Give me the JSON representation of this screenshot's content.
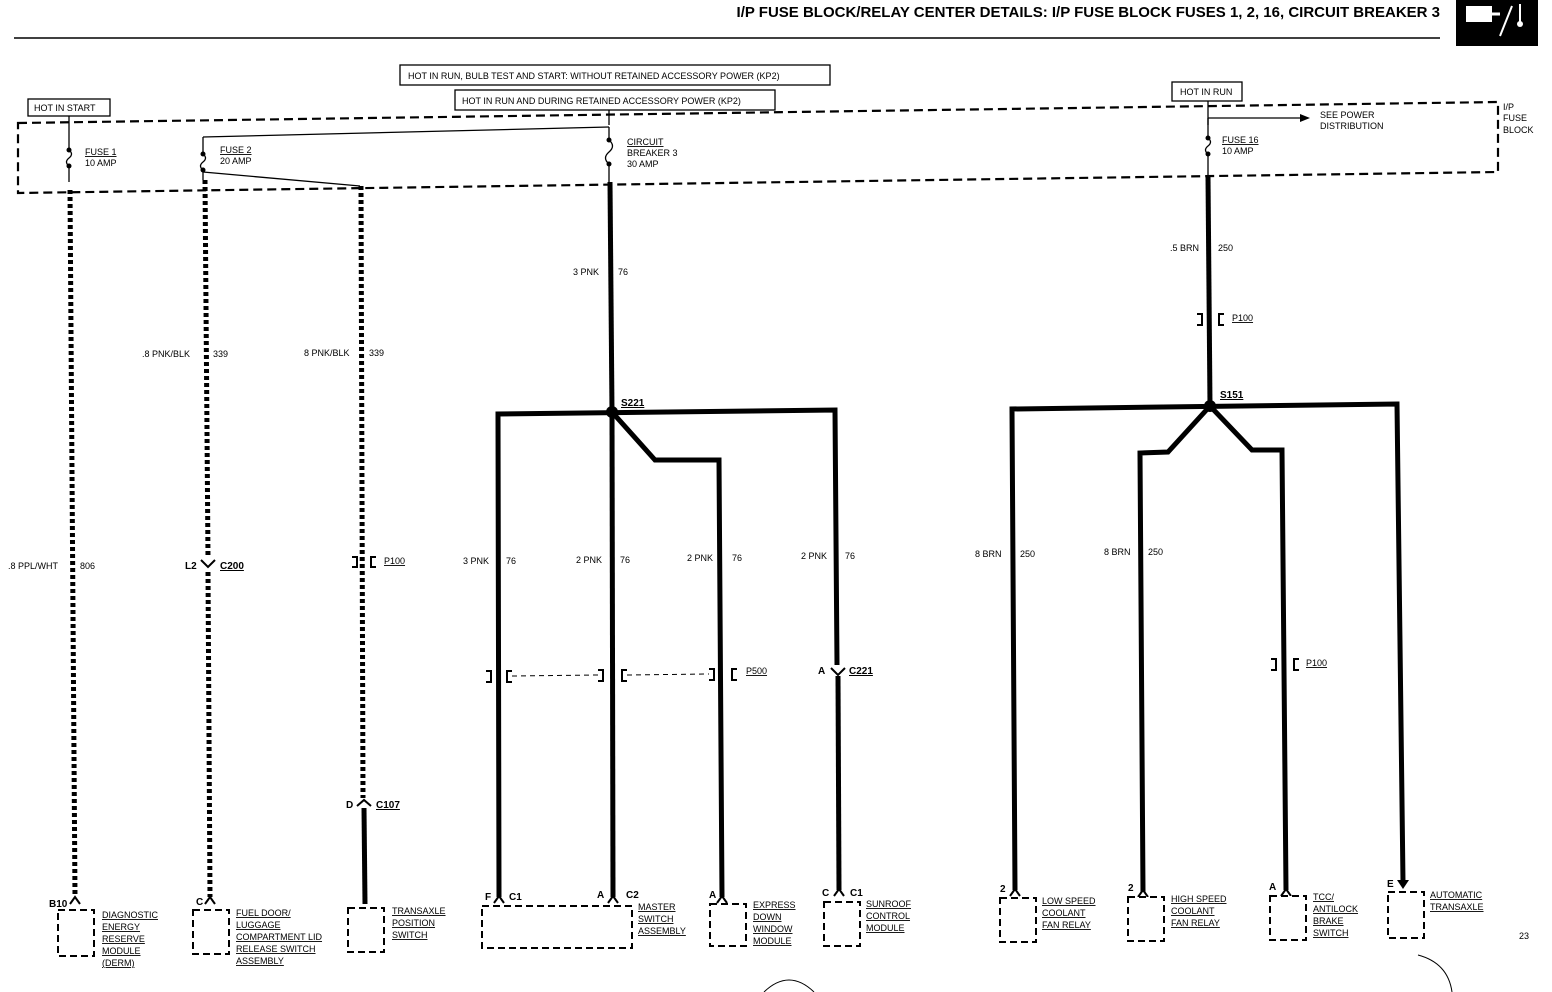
{
  "header": {
    "title": "I/P FUSE BLOCK/RELAY CENTER DETAILS: I/P FUSE BLOCK FUSES 1, 2, 16, CIRCUIT BREAKER 3",
    "page_number": "23"
  },
  "notes": {
    "hot_in_start": "HOT IN START",
    "hot_in_run_bulb": "HOT IN RUN, BULB TEST AND START: WITHOUT RETAINED ACCESSORY POWER (KP2)",
    "hot_in_run_retained": "HOT IN RUN AND DURING RETAINED ACCESSORY POWER (KP2)",
    "hot_in_run": "HOT IN RUN",
    "see_power_1": "SEE POWER",
    "see_power_2": "DISTRIBUTION",
    "ip_1": "I/P",
    "ip_2": "FUSE",
    "ip_3": "BLOCK"
  },
  "fuses": {
    "fuse1_name": "FUSE 1",
    "fuse1_amp": "10 AMP",
    "fuse2_name": "FUSE 2",
    "fuse2_amp": "20 AMP",
    "cb3_name1": "CIRCUIT",
    "cb3_name2": "BREAKER 3",
    "cb3_amp": "30 AMP",
    "fuse16_name": "FUSE 16",
    "fuse16_amp": "10 AMP"
  },
  "wires": {
    "w1_color": ".8 PPL/WHT",
    "w1_num": "806",
    "w2_color": ".8 PNK/BLK",
    "w2_num": "339",
    "w3_color": "8 PNK/BLK",
    "w3_num": "339",
    "w4_color": "3 PNK",
    "w4_num": "76",
    "w5_color": "3 PNK",
    "w5_num": "76",
    "w6_color": "2 PNK",
    "w6_num": "76",
    "w7_color": "2 PNK",
    "w7_num": "76",
    "w8_color": "2 PNK",
    "w8_num": "76",
    "w9_color": ".5 BRN",
    "w9_num": "250",
    "w10_color": "8 BRN",
    "w10_num": "250",
    "w11_color": "8 BRN",
    "w11_num": "250"
  },
  "splices": {
    "s221": "S221",
    "s151": "S151"
  },
  "connectors": {
    "c200_pin": "L2",
    "c200": "C200",
    "p100a": "P100",
    "c107_pin": "D",
    "c107": "C107",
    "p500": "P500",
    "c221_pin": "A",
    "c221": "C221",
    "p100b": "P100",
    "p100c": "P100"
  },
  "terminals": {
    "t1": "B10",
    "t2": "C",
    "t3_pin": "F",
    "t3_conn": "C1",
    "t4_pin": "A",
    "t4_conn": "C2",
    "t5": "A",
    "t6_pin": "C",
    "t6_conn": "C1",
    "t7": "2",
    "t8": "2",
    "t9": "A",
    "t10": "E"
  },
  "components": {
    "derm": [
      "DIAGNOSTIC",
      "ENERGY",
      "RESERVE",
      "MODULE",
      "(DERM)"
    ],
    "fuel_door": [
      "FUEL DOOR/",
      "LUGGAGE",
      "COMPARTMENT LID",
      "RELEASE SWITCH",
      "ASSEMBLY"
    ],
    "transaxle_switch": [
      "TRANSAXLE",
      "POSITION",
      "SWITCH"
    ],
    "master_switch": [
      "MASTER",
      "SWITCH",
      "ASSEMBLY"
    ],
    "express_down": [
      "EXPRESS",
      "DOWN",
      "WINDOW",
      "MODULE"
    ],
    "sunroof": [
      "SUNROOF",
      "CONTROL",
      "MODULE"
    ],
    "low_speed": [
      "LOW SPEED",
      "COOLANT",
      "FAN RELAY"
    ],
    "high_speed": [
      "HIGH SPEED",
      "COOLANT",
      "FAN RELAY"
    ],
    "tcc": [
      "TCC/",
      "ANTILOCK",
      "BRAKE",
      "SWITCH"
    ],
    "auto_transaxle": [
      "AUTOMATIC",
      "TRANSAXLE"
    ]
  }
}
